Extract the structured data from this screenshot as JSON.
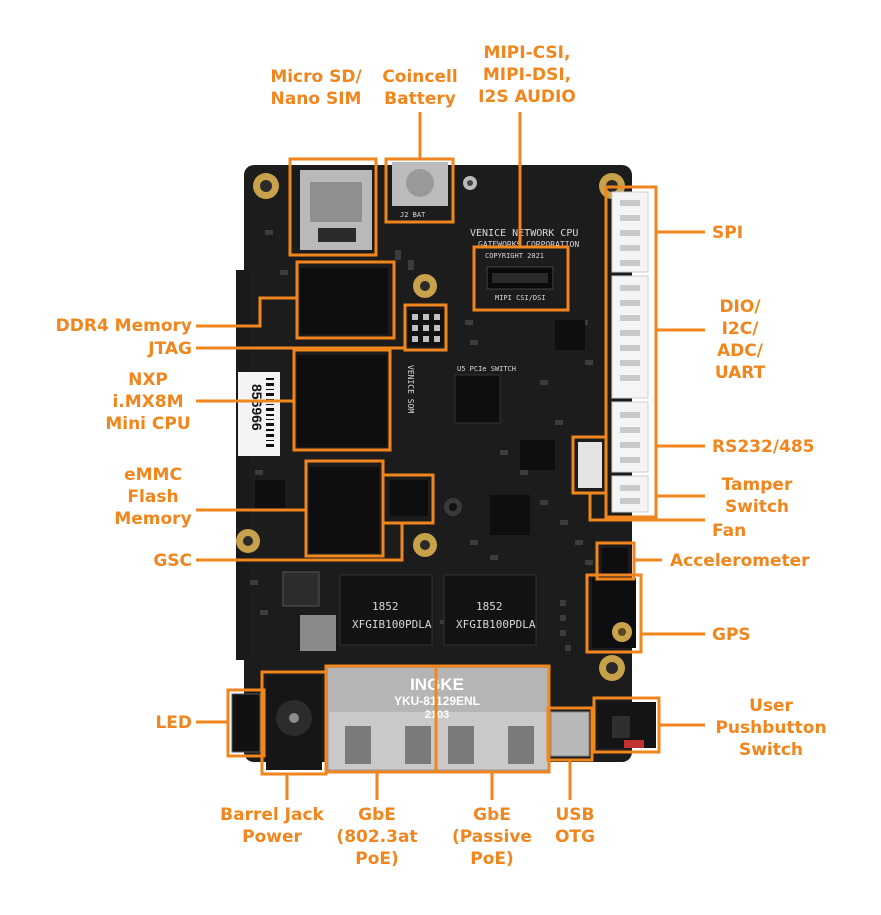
{
  "labels": {
    "micro_sd": [
      "Micro SD/",
      "Nano SIM"
    ],
    "coincell": [
      "Coincell",
      "Battery"
    ],
    "mipi": [
      "MIPI-CSI,",
      "MIPI-DSI,",
      "I2S AUDIO"
    ],
    "spi": [
      "SPI"
    ],
    "dio": [
      "DIO/",
      "I2C/",
      "ADC/",
      "UART"
    ],
    "rs232": [
      "RS232/485"
    ],
    "tamper": [
      "Tamper",
      "Switch"
    ],
    "fan": [
      "Fan"
    ],
    "accelerometer": [
      "Accelerometer"
    ],
    "gps": [
      "GPS"
    ],
    "user_pushbutton": [
      "User",
      "Pushbutton",
      "Switch"
    ],
    "ddr4": [
      "DDR4 Memory"
    ],
    "jtag": [
      "JTAG"
    ],
    "cpu": [
      "NXP",
      "i.MX8M",
      "Mini CPU"
    ],
    "emmc": [
      "eMMC",
      "Flash",
      "Memory"
    ],
    "gsc": [
      "GSC"
    ],
    "led": [
      "LED"
    ],
    "barrel_jack": [
      "Barrel Jack",
      "Power"
    ],
    "gbe_poe": [
      "GbE",
      "(802.3at",
      "PoE)"
    ],
    "gbe_passive": [
      "GbE",
      "(Passive",
      "PoE)"
    ],
    "usb_otg": [
      "USB",
      "OTG"
    ]
  },
  "board": {
    "rj45_brand": "INGKE",
    "rj45_part": "YKU-81129ENL",
    "rj45_code": "2103",
    "silk_title": "VENICE NETWORK CPU",
    "silk_corp": "GATEWORKS CORPORATION",
    "silk_copy": "COPYRIGHT 2021",
    "mipi_silk": "MIPI CSI/DSI",
    "som_silk": "VENICE SOM",
    "pcie_silk": "U5 PCIe SWITCH",
    "barcode_num": "856966",
    "bat_silk": "J2 BAT",
    "transformer_text": "XFGIB100PDLA",
    "transformer_code": "1852"
  },
  "colors": {
    "accent": "#f0861d",
    "board": "#1c1c1c",
    "chip": "#0e0e10"
  }
}
